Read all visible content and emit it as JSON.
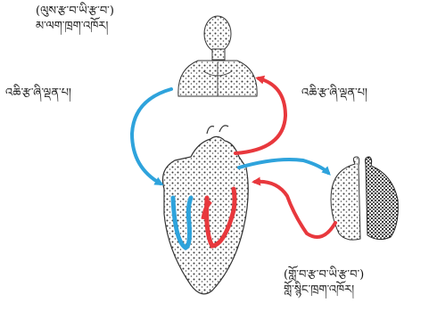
{
  "labels": {
    "upper_body": {
      "line1": "(ལུས་རྩ་བ་ཡི་རྩ་བ་)",
      "line2": "མ་ལག་ཁྲག་འཁོར།"
    },
    "lungs": {
      "line1": "(གློ་བ་རྩ་བ་ཡི་རྩ་བ་)",
      "line2": "གློ་སྙིང་ཁྲག་འཁོར།"
    },
    "vein_return": "འཆི་རྩ་ཞི་ལྡན་པ།",
    "artery_out": "འཆི་རྩ་ཞི་ལྡན་པ།"
  },
  "colors": {
    "oxygenated": "#e8383d",
    "deoxygenated": "#2ea3dc",
    "ink": "#3a3a3a"
  },
  "icons": {
    "torso": "human-torso-icon",
    "heart": "heart-icon",
    "lungs": "lungs-icon"
  }
}
